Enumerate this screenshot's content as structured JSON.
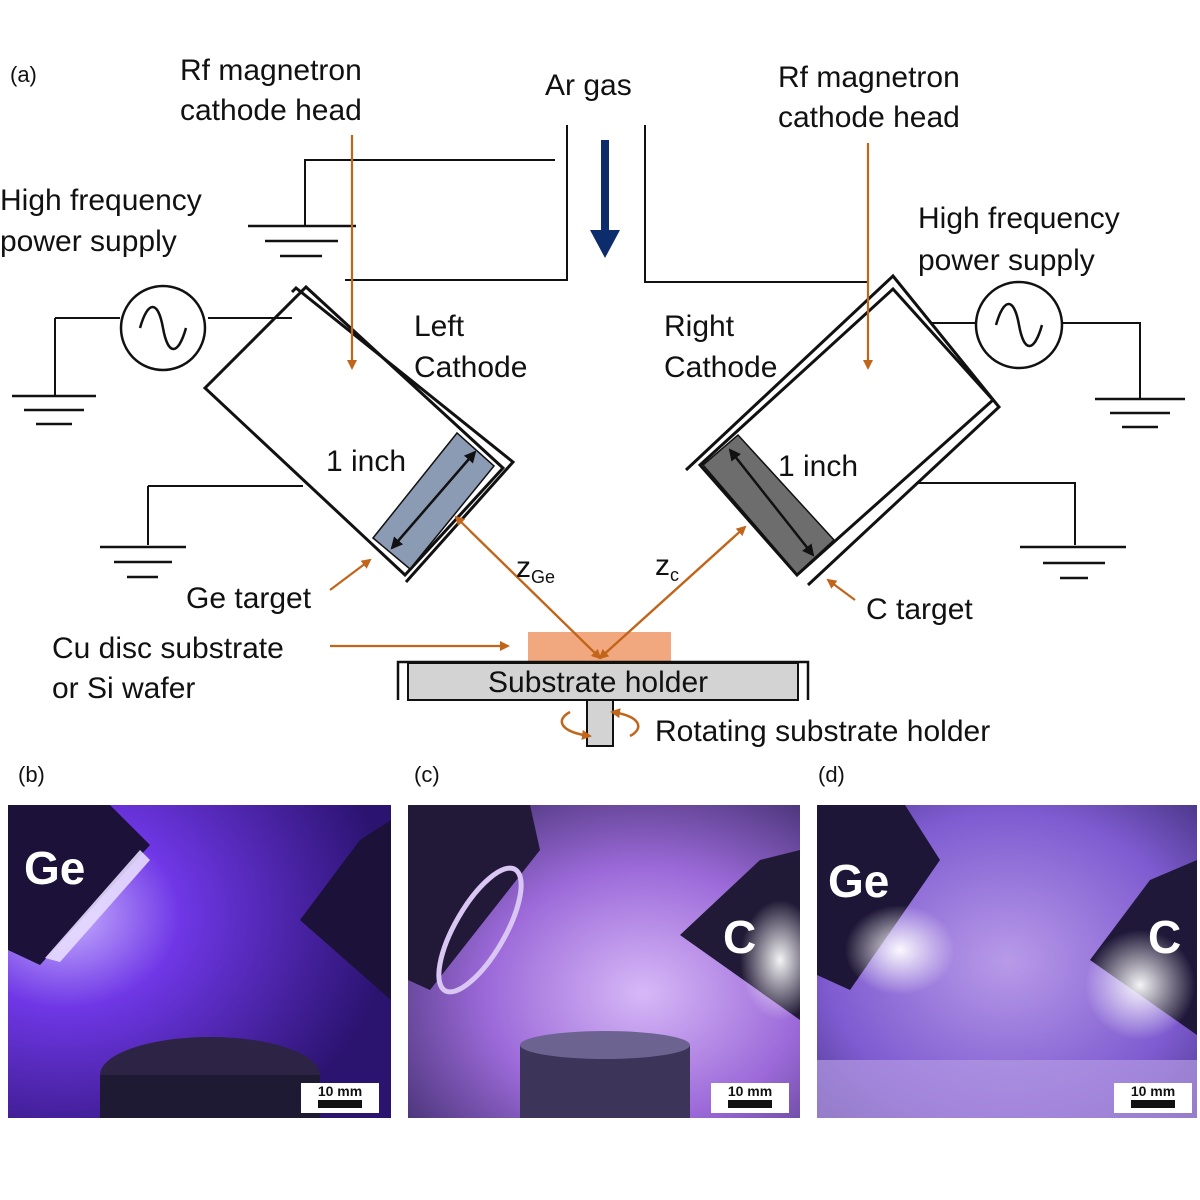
{
  "panels": {
    "a": "(a)",
    "b": "(b)",
    "c": "(c)",
    "d": "(d)"
  },
  "labels": {
    "ar_gas": "Ar gas",
    "rf_head_left_1": "Rf magnetron",
    "rf_head_left_2": "cathode head",
    "rf_head_right_1": "Rf magnetron",
    "rf_head_right_2": "cathode head",
    "hf_left_1": "High frequency",
    "hf_left_2": "power supply",
    "hf_right_1": "High frequency",
    "hf_right_2": "power supply",
    "left_cathode_1": "Left",
    "left_cathode_2": "Cathode",
    "right_cathode_1": "Right",
    "right_cathode_2": "Cathode",
    "inch_left": "1 inch",
    "inch_right": "1 inch",
    "z_ge_main": "z",
    "z_ge_sub": "Ge",
    "z_c_main": "z",
    "z_c_sub": "c",
    "ge_target": "Ge target",
    "c_target": "C target",
    "cu_disc_1": "Cu disc substrate",
    "cu_disc_2": "or Si wafer",
    "substrate_holder": "Substrate holder",
    "rotating": "Rotating substrate holder"
  },
  "photos": {
    "b": {
      "element_labels": [
        "Ge"
      ],
      "scale_bar": "10 mm"
    },
    "c": {
      "element_labels": [
        "C"
      ],
      "scale_bar": "10 mm"
    },
    "d": {
      "element_labels": [
        "Ge",
        "C"
      ],
      "scale_bar": "10 mm"
    }
  },
  "colors": {
    "line": "#111111",
    "arrow_orange": "#c0651a",
    "gas_arrow": "#0d2c6b",
    "ge_target": "#8b9bb4",
    "c_target": "#6d6d6d",
    "substrate": "#f2a87f",
    "holder": "#d3d3d3",
    "plasma": "#7a3cff"
  }
}
